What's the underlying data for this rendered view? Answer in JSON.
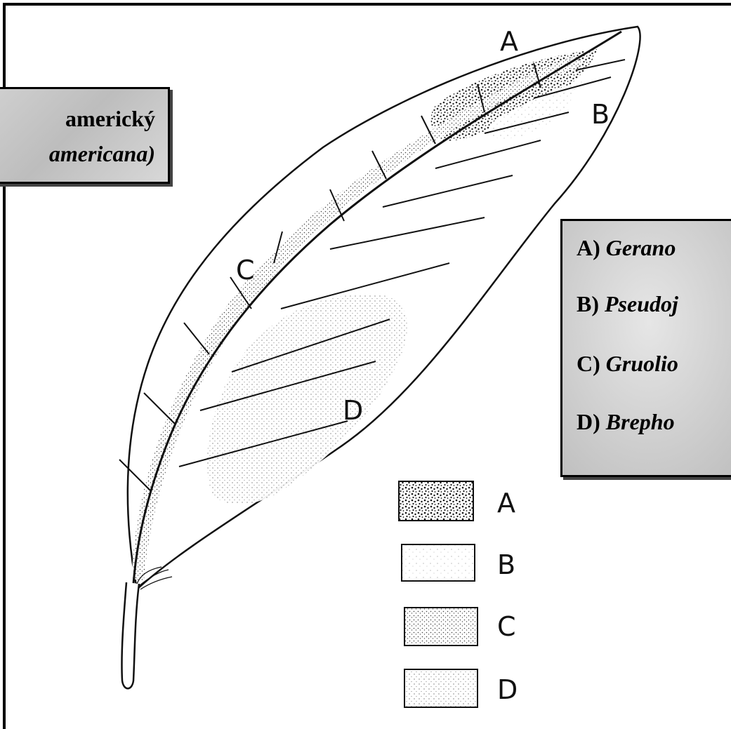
{
  "title_box": {
    "line1": "americký",
    "line2": "americana)"
  },
  "feather_labels": {
    "A": "A",
    "B": "B",
    "C": "C",
    "D": "D"
  },
  "species_list": [
    {
      "letter": "A)",
      "name": "Gerano"
    },
    {
      "letter": "B)",
      "name": "Pseudoj"
    },
    {
      "letter": "C)",
      "name": "Gruolio"
    },
    {
      "letter": "D)",
      "name": "Brepho"
    }
  ],
  "legend": [
    {
      "label": "A",
      "pattern": "dense-dots"
    },
    {
      "label": "B",
      "pattern": "light-dots"
    },
    {
      "label": "C",
      "pattern": "fine-dots"
    },
    {
      "label": "D",
      "pattern": "sparse-dots"
    }
  ]
}
